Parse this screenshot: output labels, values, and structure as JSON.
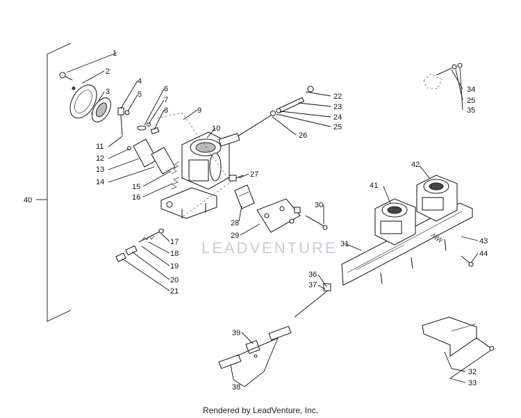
{
  "callouts": {
    "c1": "1",
    "c2": "2",
    "c3": "3",
    "c4": "4",
    "c5": "5",
    "c6": "6",
    "c7": "7",
    "c8": "8",
    "c9": "9",
    "c10": "10",
    "c11": "11",
    "c12": "12",
    "c13": "13",
    "c14": "14",
    "c15": "15",
    "c16": "16",
    "c17": "17",
    "c18": "18",
    "c19": "19",
    "c20": "20",
    "c21": "21",
    "c22": "22",
    "c23": "23",
    "c24": "24",
    "c25": "25",
    "c26": "26",
    "c27": "27",
    "c28": "28",
    "c29": "29",
    "c30": "30",
    "c31": "31",
    "c32": "32",
    "c33": "33",
    "c34": "34",
    "c25b": "25",
    "c35": "35",
    "c36": "36",
    "c37": "37",
    "c38": "38",
    "c39": "39",
    "c40": "40",
    "c41": "41",
    "c42": "42",
    "c43": "43",
    "c44": "44"
  },
  "watermark": "LEADVENTURE",
  "footer": "Rendered by LeadVenture, Inc."
}
